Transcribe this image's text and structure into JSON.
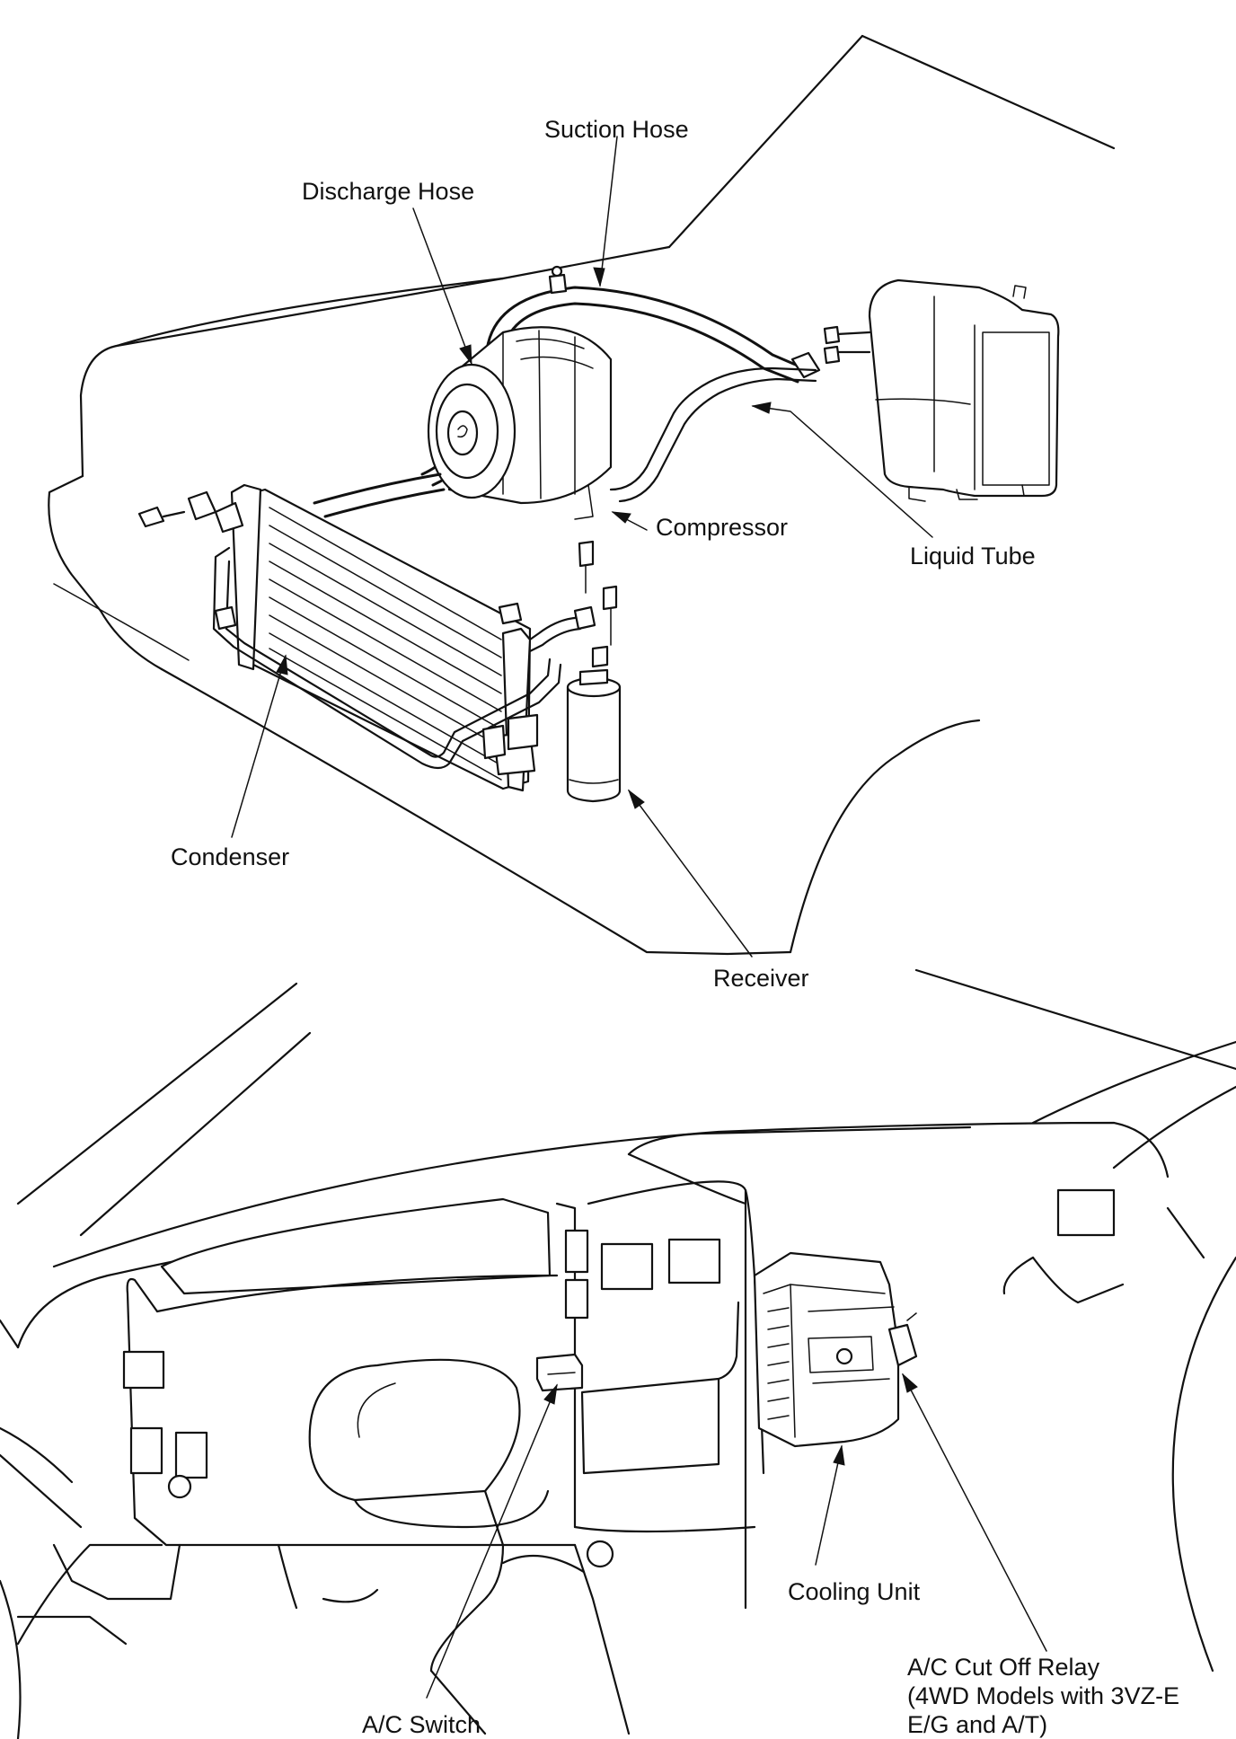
{
  "labels": {
    "suction_hose": "Suction Hose",
    "discharge_hose": "Discharge Hose",
    "compressor": "Compressor",
    "liquid_tube": "Liquid Tube",
    "condenser": "Condenser",
    "receiver": "Receiver",
    "cooling_unit": "Cooling Unit",
    "ac_switch": "A/C Switch",
    "ac_cut_off_relay": [
      "A/C Cut Off Relay",
      "(4WD Models with 3VZ-E",
      "E/G and A/T)"
    ]
  }
}
